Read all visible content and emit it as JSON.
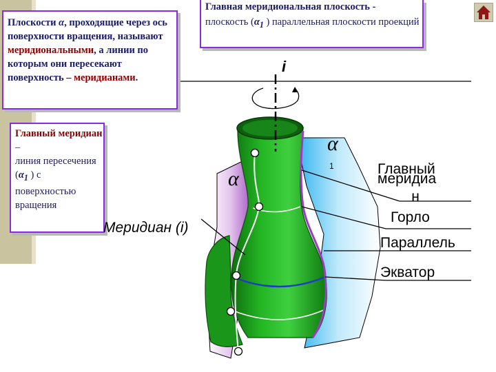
{
  "left_box": {
    "part1": "Плоскости ",
    "alpha": "α",
    "part2": ", проходящие через ось поверхности вращения, называют ",
    "highlight1": "меридиональными",
    "part3": ", а линии по которым они пересекают поверхность – ",
    "highlight2": "меридианами",
    "part4": "."
  },
  "top_box": {
    "heading": "Главная меридиональная плоскость -",
    "text_pre": "плоскость (",
    "alpha": "α",
    "sub": "1",
    "text_post": " ) параллельная плоскости проекций"
  },
  "small_box": {
    "first": "Главный меридиан",
    "dash": " –",
    "text_pre": "линия пересечения (",
    "alpha": "α",
    "sub": "1",
    "text_post": " ) с поверхностью вращения"
  },
  "labels": {
    "axis": "i",
    "alpha_right": "α",
    "alpha_right_sub": "1",
    "alpha_left": "α",
    "main_meridian_1": "Главный",
    "main_meridian_2": "меридиа",
    "main_meridian_3": "н",
    "gorlo": "Горло",
    "parallel": "Параллель",
    "meridian_i": "Меридиан (i)",
    "ekvator": "Экватор"
  },
  "colors": {
    "frame": "#8a2be2",
    "vase": "#1aa01a",
    "plane_front": "#5bc8f5",
    "plane_left": "#c98fd6",
    "text": "#1a1a66"
  }
}
